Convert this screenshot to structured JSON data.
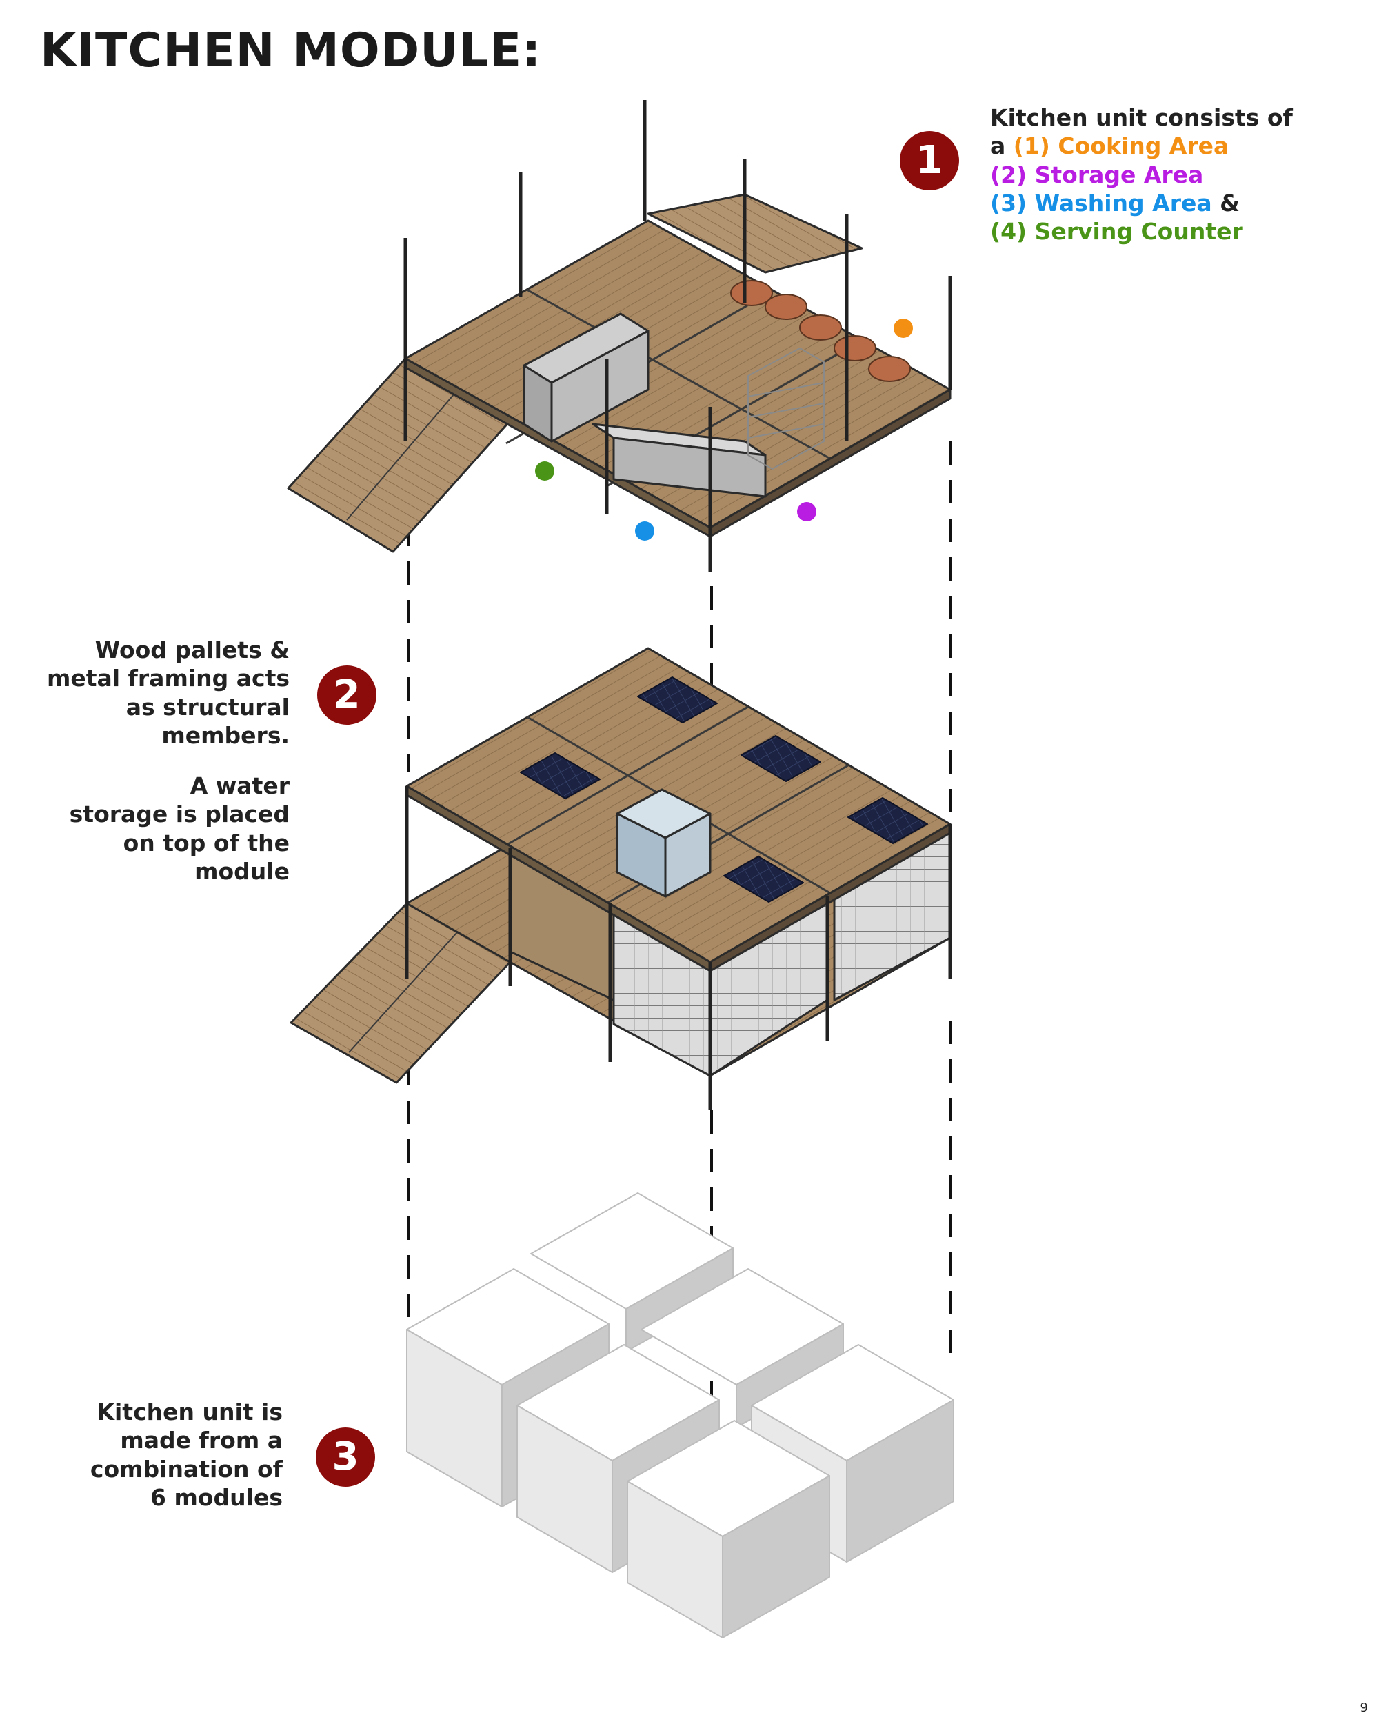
{
  "page": {
    "title": "KITCHEN MODULE:",
    "page_number": "9"
  },
  "steps": [
    {
      "number": "1",
      "lines": [
        {
          "parts": [
            {
              "text": "Kitchen unit consists of",
              "color": "#222222"
            }
          ]
        },
        {
          "parts": [
            {
              "text": "a ",
              "color": "#222222"
            },
            {
              "text": "(1) Cooking Area",
              "color": "#f39014"
            }
          ]
        },
        {
          "parts": [
            {
              "text": "(2) Storage Area",
              "color": "#b91de2"
            }
          ]
        },
        {
          "parts": [
            {
              "text": "(3) Washing Area",
              "color": "#1690e6"
            },
            {
              "text": " &",
              "color": "#222222"
            }
          ]
        },
        {
          "parts": [
            {
              "text": "(4) Serving Counter",
              "color": "#4a9418"
            }
          ]
        }
      ]
    },
    {
      "number": "2",
      "paragraphs": [
        [
          "Wood pallets &",
          "metal framing acts",
          "as structural",
          "members."
        ],
        [
          "A water",
          "storage is placed",
          "on top of the",
          "module"
        ]
      ]
    },
    {
      "number": "3",
      "lines": [
        "Kitchen unit is",
        "made from a",
        "combination of",
        "6 modules"
      ]
    }
  ],
  "area_markers": [
    {
      "name": "cooking",
      "color": "#f39014"
    },
    {
      "name": "storage",
      "color": "#b91de2"
    },
    {
      "name": "washing",
      "color": "#1690e6"
    },
    {
      "name": "serving",
      "color": "#4a9418"
    }
  ],
  "colors": {
    "badge": "#8c0c0c",
    "wood": "#a98a64",
    "wood_light": "#b79a75",
    "solar_panel": "#1c2342",
    "box_top": "#ffffff",
    "box_left": "#e9e9e9",
    "box_right": "#c9c9c9"
  }
}
